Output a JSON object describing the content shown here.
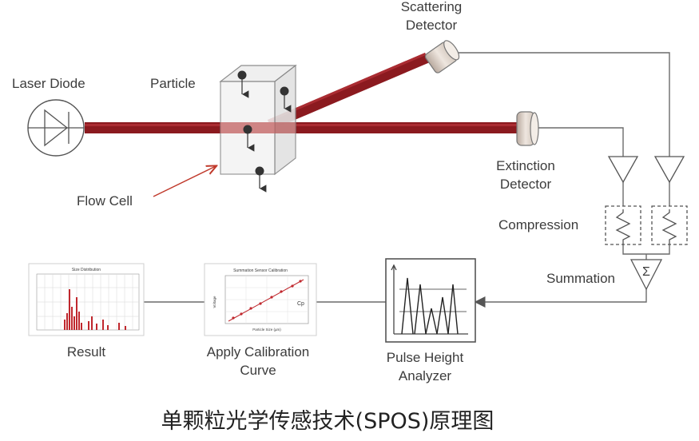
{
  "labels": {
    "laser_diode": "Laser Diode",
    "particle": "Particle",
    "scattering_detector_line1": "Scattering",
    "scattering_detector_line2": "Detector",
    "extinction_detector_line1": "Extinction",
    "extinction_detector_line2": "Detector",
    "flow_cell": "Flow Cell",
    "compression": "Compression",
    "summation": "Summation",
    "summation_symbol": "Σ",
    "result": "Result",
    "apply_calibration_line1": "Apply Calibration",
    "apply_calibration_line2": "Curve",
    "pulse_height_line1": "Pulse Height",
    "pulse_height_line2": "Analyzer"
  },
  "caption": "单颗粒光学传感技术(SPOS)原理图",
  "thumbnails": {
    "result_title": "Size Distribution",
    "calibration_title": "Summation Sensor Calibration",
    "calibration_xlabel": "Particle Size (µm)",
    "calibration_ylabel": "Voltage",
    "calibration_marker": "Cp"
  },
  "colors": {
    "laser_beam": "#8b1a1f",
    "laser_beam_highlight": "#b8343a",
    "arrow_red": "#c0392b",
    "line": "#6b6b6b",
    "result_bars": "#c0272d"
  }
}
